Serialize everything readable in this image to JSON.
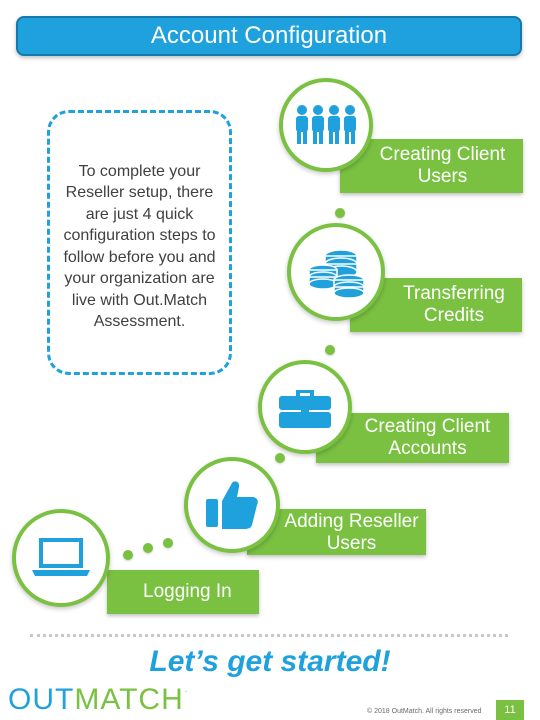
{
  "header": {
    "title": "Account Configuration"
  },
  "intro": {
    "text": "To complete your Reseller setup, there are just 4 quick configuration steps to follow before you and your organization are live with Out.Match Assessment."
  },
  "steps": [
    {
      "label": "Creating Client Users",
      "icon": "group-of-people-icon"
    },
    {
      "label": "Transferring Credits",
      "icon": "coin-stacks-icon"
    },
    {
      "label": "Creating Client Accounts",
      "icon": "briefcase-icon"
    },
    {
      "label": "Adding Reseller Users",
      "icon": "thumbs-up-icon"
    },
    {
      "label": "Logging In",
      "icon": "laptop-icon"
    }
  ],
  "footer": {
    "cta": "Let’s get started!",
    "logo_part1": "OUT",
    "logo_part2": "MATCH",
    "logo_mark": ".",
    "copyright": "© 2018 OutMatch. All rights reserved",
    "page_number": "11"
  },
  "colors": {
    "primary_blue": "#1ea1dc",
    "accent_green": "#7ac142",
    "text_gray": "#404040"
  }
}
